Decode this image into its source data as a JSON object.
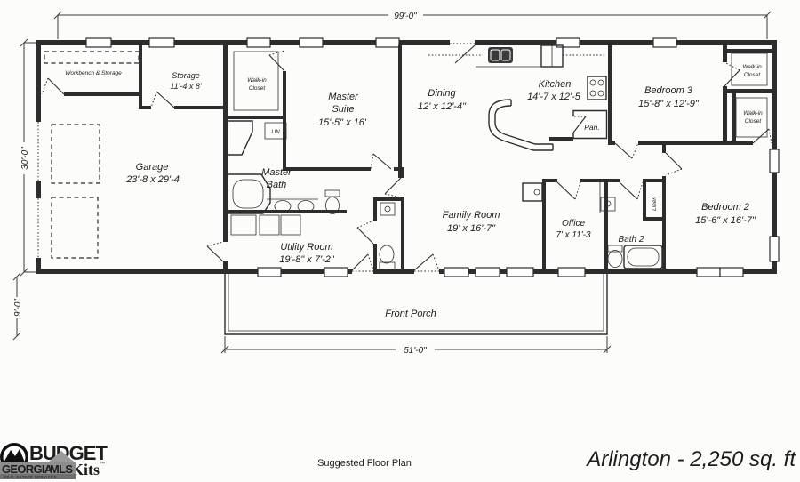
{
  "title": {
    "plan_name": "Arlington - 2,250 sq. ft",
    "caption": "Suggested Floor Plan"
  },
  "dimensions": {
    "overall_width": "99'-0\"",
    "main_depth": "30'-0\"",
    "porch_depth": "9'-0\"",
    "porch_width": "51'-0\""
  },
  "rooms": {
    "workbench": {
      "name": "Workbench & Storage"
    },
    "storage": {
      "name": "Storage",
      "size": "11'-4 x 8'"
    },
    "garage": {
      "name": "Garage",
      "size": "23'-8 x 29'-4"
    },
    "master_closet": {
      "line1": "Walk-in",
      "line2": "Closet"
    },
    "master_suite": {
      "line1": "Master",
      "line2": "Suite",
      "size": "15'-5\" x 16'"
    },
    "lin": {
      "name": "LIN"
    },
    "master_bath": {
      "line1": "Master",
      "line2": "Bath"
    },
    "dining": {
      "name": "Dining",
      "size": "12' x 12'-4\""
    },
    "kitchen": {
      "name": "Kitchen",
      "size": "14'-7 x 12'-5"
    },
    "pantry": {
      "name": "Pan."
    },
    "bedroom3": {
      "name": "Bedroom 3",
      "size": "15'-8\" x 12'-9\""
    },
    "closet1": {
      "line1": "Walk-in",
      "line2": "Closet"
    },
    "closet2": {
      "line1": "Walk-in",
      "line2": "Closet"
    },
    "family": {
      "name": "Family Room",
      "size": "19' x 16'-7\""
    },
    "office": {
      "name": "Office",
      "size": "7' x 11'-3"
    },
    "bath2": {
      "name": "Bath 2"
    },
    "linen": {
      "name": "Linen"
    },
    "bedroom2": {
      "name": "Bedroom 2",
      "size": "15'-6\" x 16'-7\""
    },
    "utility": {
      "name": "Utility Room",
      "size": "19'-8\" x 7'-2\""
    },
    "porch": {
      "name": "Front Porch"
    }
  },
  "logo": {
    "brand_line1": "BUDGET",
    "brand_line2": "Kits",
    "trademark": "™",
    "org_part1": "GEORGIA",
    "org_part2": "MLS",
    "org_tagline": "REAL ESTATE SERVICES"
  },
  "colors": {
    "ink": "#2d2d2d",
    "paper": "#fcfcfa",
    "logo_gray": "#8d8d8d"
  }
}
